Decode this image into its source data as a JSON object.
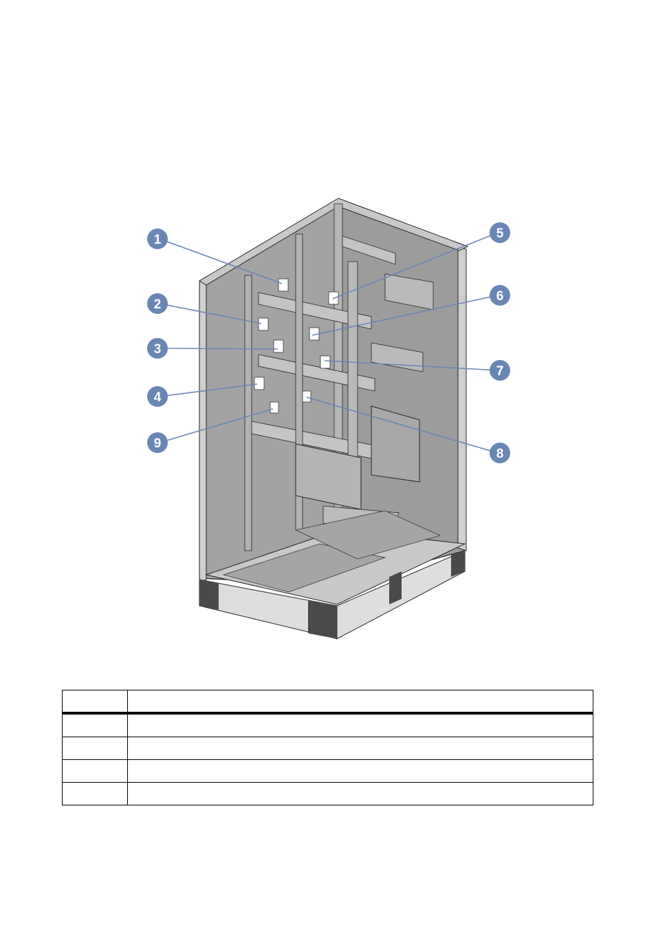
{
  "figure": {
    "callouts": [
      "1",
      "2",
      "3",
      "4",
      "5",
      "6",
      "7",
      "8",
      "9"
    ],
    "colors": {
      "callout": "#6a86b4",
      "panel_grey": "#9a9a9a",
      "frame_grey": "#bdbdbd",
      "base_dark": "#4a4a4a"
    }
  },
  "table": {
    "header": [
      "",
      ""
    ],
    "rows": [
      [
        "",
        ""
      ],
      [
        "",
        ""
      ],
      [
        "",
        ""
      ],
      [
        "",
        ""
      ]
    ]
  }
}
